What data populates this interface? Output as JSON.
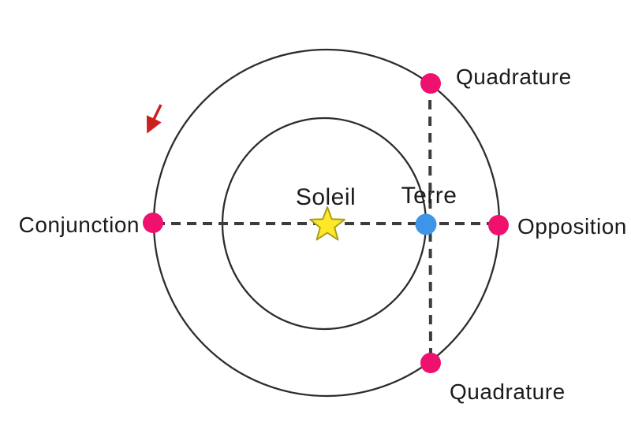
{
  "diagram": {
    "sun": {
      "label": "Soleil"
    },
    "earth": {
      "label": "Terre"
    },
    "positions": {
      "conjunction": "Conjunction",
      "opposition": "Opposition",
      "quadrature_top": "Quadrature",
      "quadrature_bottom": "Quadrature"
    },
    "colors": {
      "background": "#FFFFFF",
      "orbit_stroke": "#2D2D2D",
      "dashed_line": "#3C3C3C",
      "position_dot": "#F0106E",
      "earth_dot": "#3E95E8",
      "sun_fill": "#FFE82A",
      "sun_stroke": "#A5A019",
      "arrow": "#CB2020",
      "text": "#1B1B1B"
    }
  }
}
